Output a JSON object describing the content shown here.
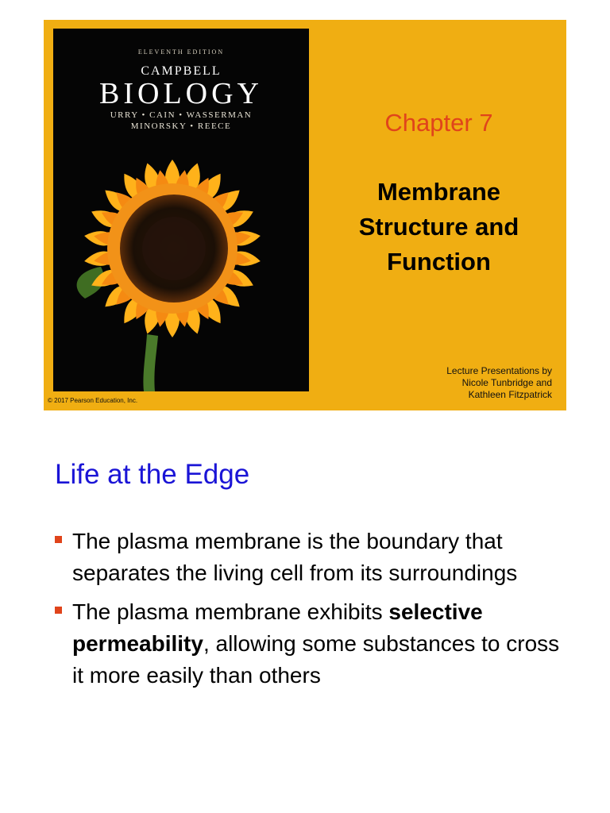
{
  "slide1": {
    "cover": {
      "edition": "ELEVENTH EDITION",
      "brand": "CAMPBELL",
      "title": "BIOLOGY",
      "authors_line1": "URRY • CAIN • WASSERMAN",
      "authors_line2": "MINORSKY • REECE"
    },
    "copyright": "© 2017 Pearson Education, Inc.",
    "chapter": "Chapter 7",
    "title_lines": [
      "Membrane",
      "Structure and",
      "Function"
    ],
    "credits_lines": [
      "Lecture Presentations by",
      "Nicole Tunbridge and",
      "Kathleen Fitzpatrick"
    ]
  },
  "slide2": {
    "heading": "Life at the Edge",
    "bullet1": "The plasma membrane is the boundary that separates the living cell from its surroundings",
    "bullet2": {
      "pre": "The plasma membrane exhibits ",
      "bold": "selective permeability",
      "post": ", allowing some substances to cross it more easily than others"
    }
  },
  "colors": {
    "slide_background": "#F0AE12",
    "chapter_text": "#E0441B",
    "heading_blue": "#1a14d6",
    "bullet_marker": "#E0441B"
  }
}
